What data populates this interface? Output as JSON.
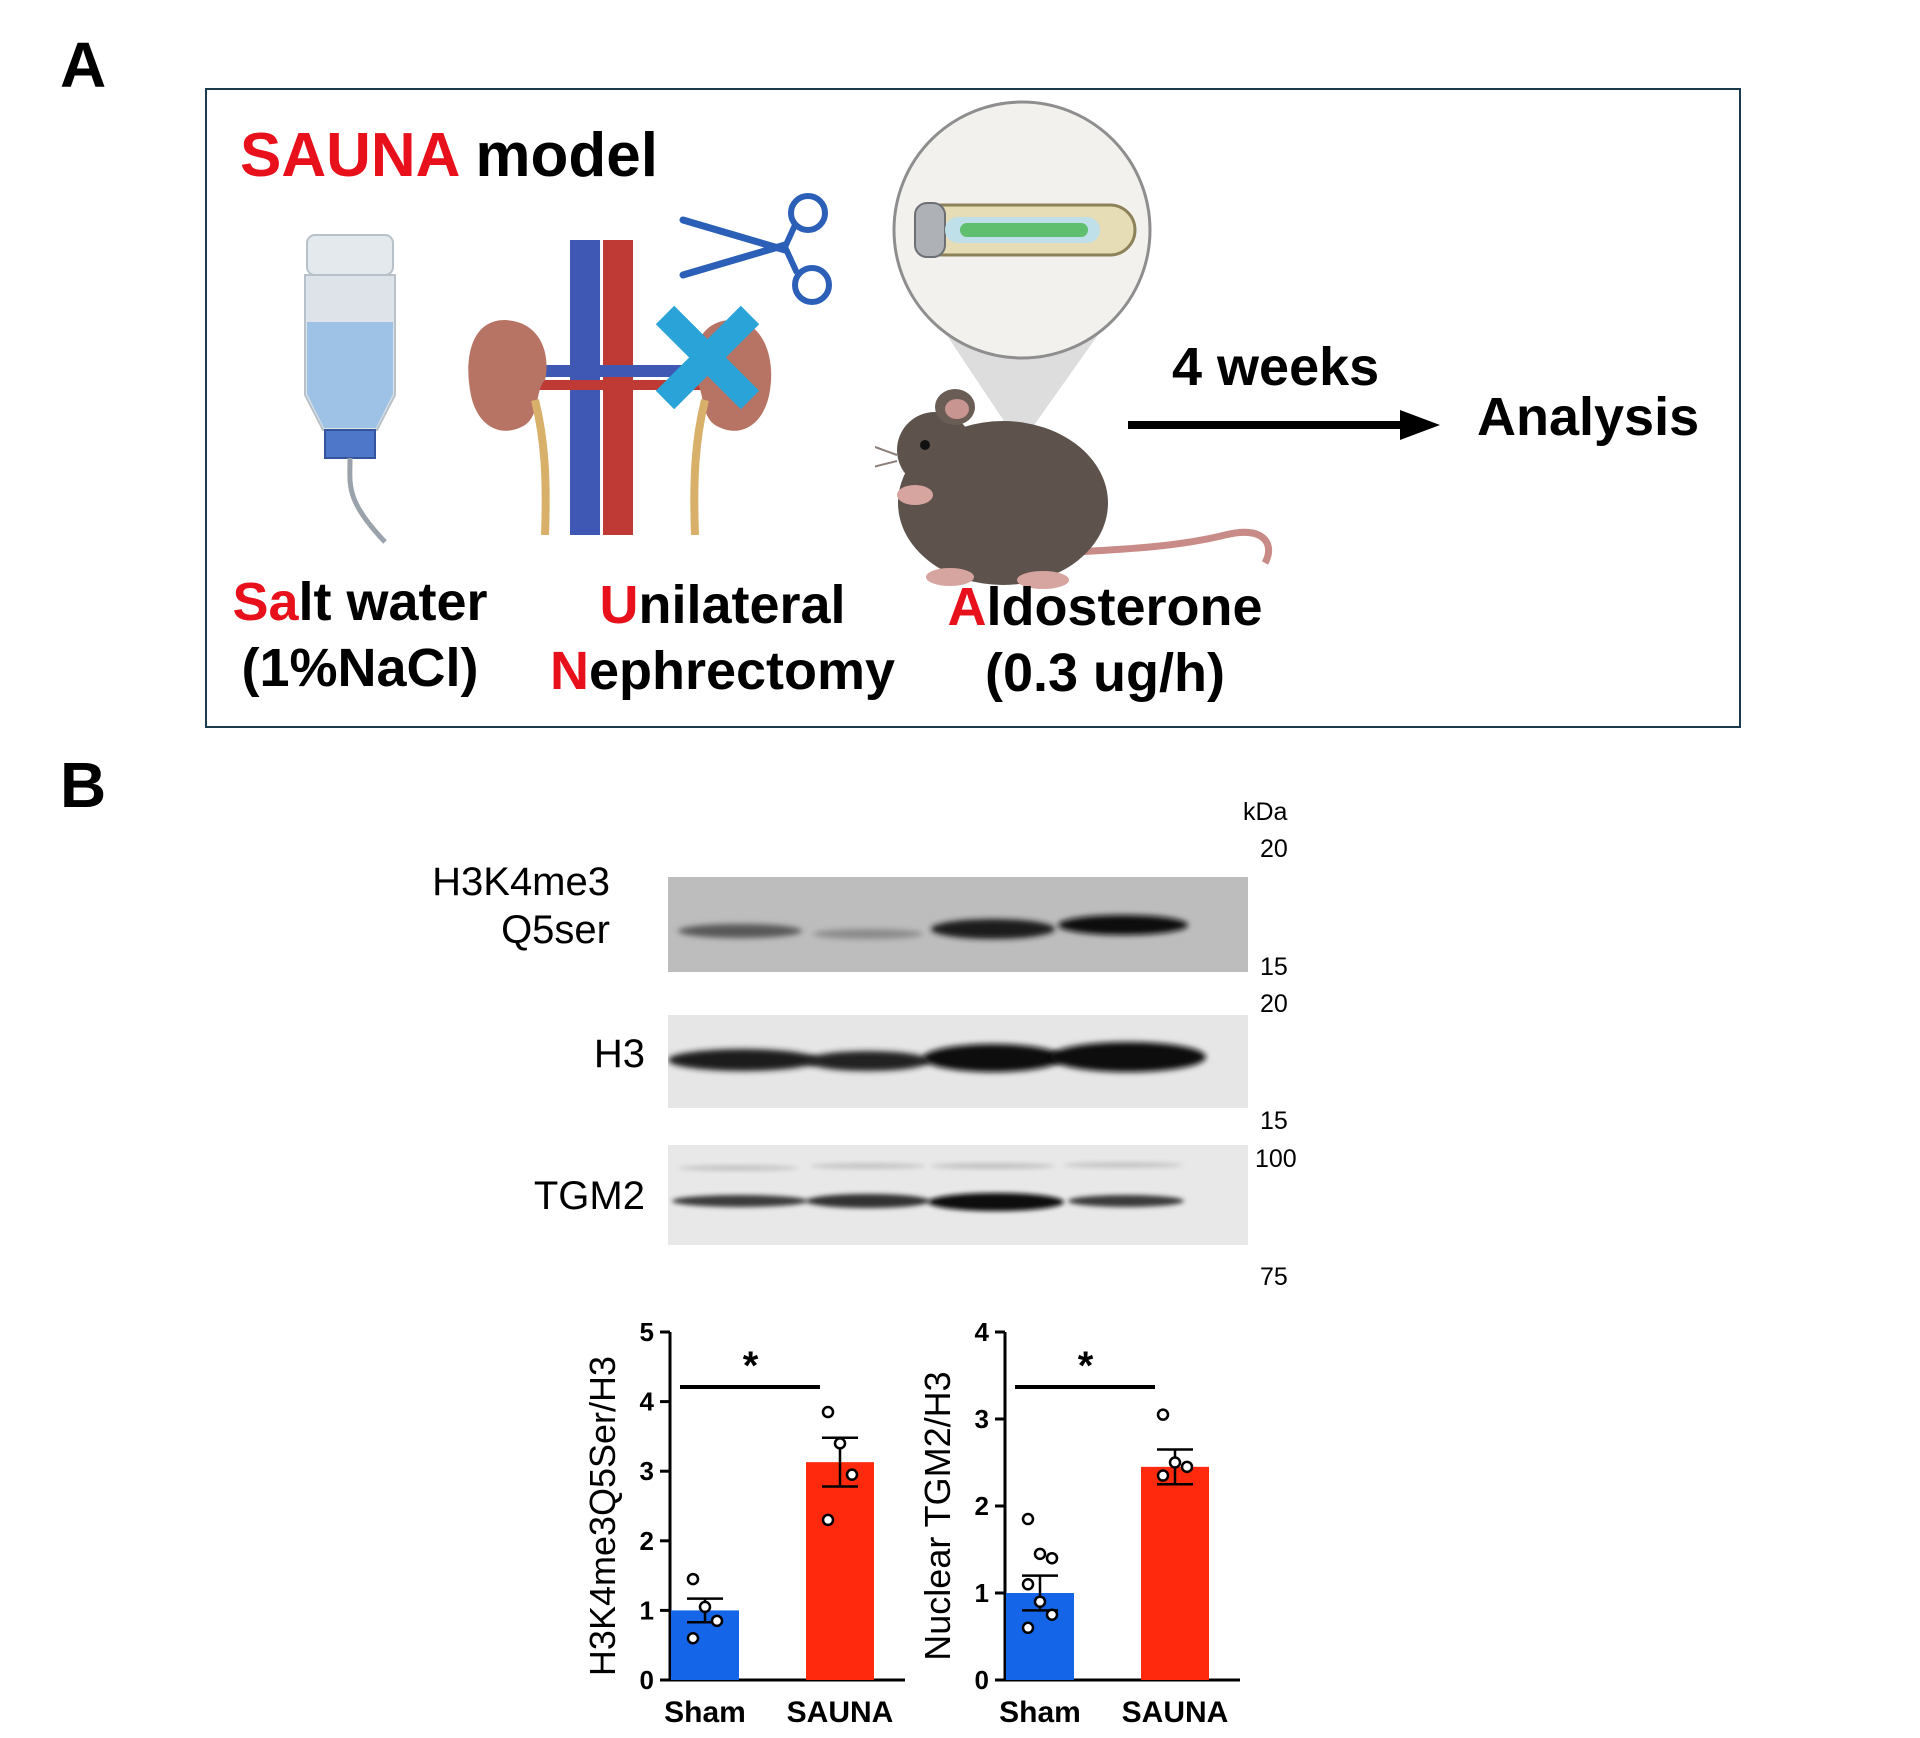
{
  "panelA": {
    "letter": "A",
    "title_highlight": "SAUNA",
    "title_rest": " model",
    "salt": {
      "hl": "Sa",
      "rest": "lt water",
      "line2": "(1%NaCl)"
    },
    "unilateral": {
      "hl1": "U",
      "rest1": "nilateral",
      "hl2": "N",
      "rest2": "ephrectomy"
    },
    "aldo": {
      "hl": "A",
      "rest": "ldosterone",
      "line2": "(0.3 ug/h)"
    },
    "arrow_label": "4 weeks",
    "analysis": "Analysis",
    "colors": {
      "highlight": "#e8101b",
      "border": "#1b3a4b"
    }
  },
  "panelB": {
    "letter": "B",
    "kda": "kDa",
    "blots": [
      {
        "label_line1": "H3K4me3",
        "label_line2": "Q5ser",
        "mw_top": "20",
        "mw_bottom": "15"
      },
      {
        "label_line1": "H3",
        "label_line2": "",
        "mw_top": "20",
        "mw_bottom": "15"
      },
      {
        "label_line1": "TGM2",
        "label_line2": "",
        "mw_top": "100",
        "mw_bottom": "75"
      }
    ]
  },
  "chart_data": [
    {
      "type": "bar",
      "categories": [
        "Sham",
        "SAUNA"
      ],
      "values": [
        1.0,
        3.13
      ],
      "errors": [
        0.17,
        0.35
      ],
      "points": [
        [
          1.45,
          1.05,
          0.85,
          0.6
        ],
        [
          3.85,
          3.4,
          2.95,
          2.3
        ]
      ],
      "ylabel": "H3K4me3Q5Ser/H3",
      "ylim": [
        0,
        5
      ],
      "yticks": [
        "0",
        "1",
        "2",
        "3",
        "4",
        "5"
      ],
      "significance": "*",
      "colors": [
        "#1565e8",
        "#ff2a0d"
      ]
    },
    {
      "type": "bar",
      "categories": [
        "Sham",
        "SAUNA"
      ],
      "values": [
        1.0,
        2.45
      ],
      "errors": [
        0.2,
        0.2
      ],
      "points": [
        [
          1.85,
          1.45,
          1.4,
          1.1,
          0.9,
          0.75,
          0.6
        ],
        [
          3.05,
          2.5,
          2.45,
          2.35
        ]
      ],
      "ylabel": "Nuclear TGM2/H3",
      "ylim": [
        0,
        4
      ],
      "yticks": [
        "0",
        "1",
        "2",
        "3",
        "4"
      ],
      "significance": "*",
      "colors": [
        "#1565e8",
        "#ff2a0d"
      ]
    }
  ]
}
